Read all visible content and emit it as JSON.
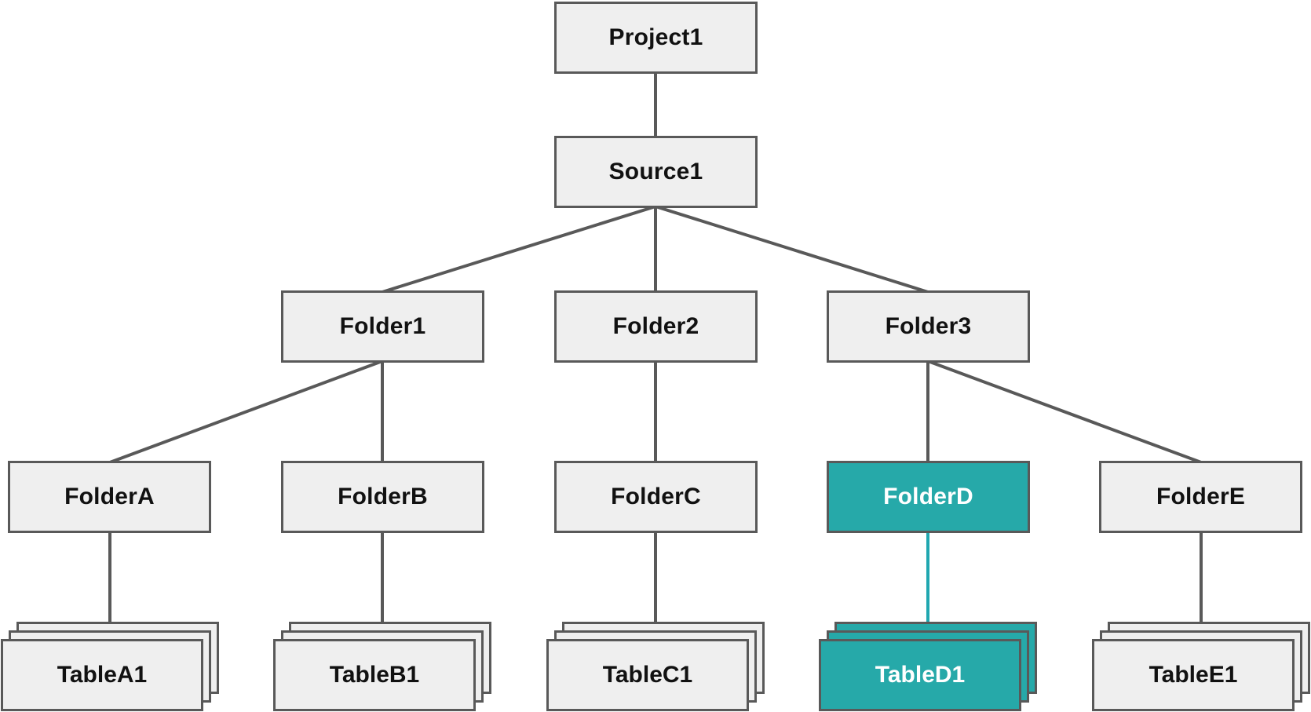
{
  "colors": {
    "background": "#ffffff",
    "node_fill": "#efefef",
    "node_border": "#595959",
    "edge_line": "#595959",
    "accent_fill": "#26a9a9",
    "accent_line": "#20a7b0",
    "text": "#111111",
    "text_on_accent": "#ffffff"
  },
  "nodes": {
    "project1": {
      "label": "Project1",
      "type": "project",
      "highlighted": false
    },
    "source1": {
      "label": "Source1",
      "type": "source",
      "highlighted": false
    },
    "folder1": {
      "label": "Folder1",
      "type": "folder",
      "highlighted": false
    },
    "folder2": {
      "label": "Folder2",
      "type": "folder",
      "highlighted": false
    },
    "folder3": {
      "label": "Folder3",
      "type": "folder",
      "highlighted": false
    },
    "folderA": {
      "label": "FolderA",
      "type": "folder",
      "highlighted": false
    },
    "folderB": {
      "label": "FolderB",
      "type": "folder",
      "highlighted": false
    },
    "folderC": {
      "label": "FolderC",
      "type": "folder",
      "highlighted": false
    },
    "folderD": {
      "label": "FolderD",
      "type": "folder",
      "highlighted": true
    },
    "folderE": {
      "label": "FolderE",
      "type": "folder",
      "highlighted": false
    },
    "tableA1": {
      "label": "TableA1",
      "type": "table-stack",
      "stack_count": 3,
      "highlighted": false
    },
    "tableB1": {
      "label": "TableB1",
      "type": "table-stack",
      "stack_count": 3,
      "highlighted": false
    },
    "tableC1": {
      "label": "TableC1",
      "type": "table-stack",
      "stack_count": 3,
      "highlighted": false
    },
    "tableD1": {
      "label": "TableD1",
      "type": "table-stack",
      "stack_count": 3,
      "highlighted": true
    },
    "tableE1": {
      "label": "TableE1",
      "type": "table-stack",
      "stack_count": 3,
      "highlighted": false
    }
  },
  "edges": [
    {
      "from": "project1",
      "to": "source1",
      "highlighted": false
    },
    {
      "from": "source1",
      "to": "folder1",
      "highlighted": false
    },
    {
      "from": "source1",
      "to": "folder2",
      "highlighted": false
    },
    {
      "from": "source1",
      "to": "folder3",
      "highlighted": false
    },
    {
      "from": "folder1",
      "to": "folderA",
      "highlighted": false
    },
    {
      "from": "folder1",
      "to": "folderB",
      "highlighted": false
    },
    {
      "from": "folder2",
      "to": "folderC",
      "highlighted": false
    },
    {
      "from": "folder3",
      "to": "folderD",
      "highlighted": false
    },
    {
      "from": "folder3",
      "to": "folderE",
      "highlighted": false
    },
    {
      "from": "folderA",
      "to": "tableA1",
      "highlighted": false
    },
    {
      "from": "folderB",
      "to": "tableB1",
      "highlighted": false
    },
    {
      "from": "folderC",
      "to": "tableC1",
      "highlighted": false
    },
    {
      "from": "folderD",
      "to": "tableD1",
      "highlighted": true
    },
    {
      "from": "folderE",
      "to": "tableE1",
      "highlighted": false
    }
  ]
}
